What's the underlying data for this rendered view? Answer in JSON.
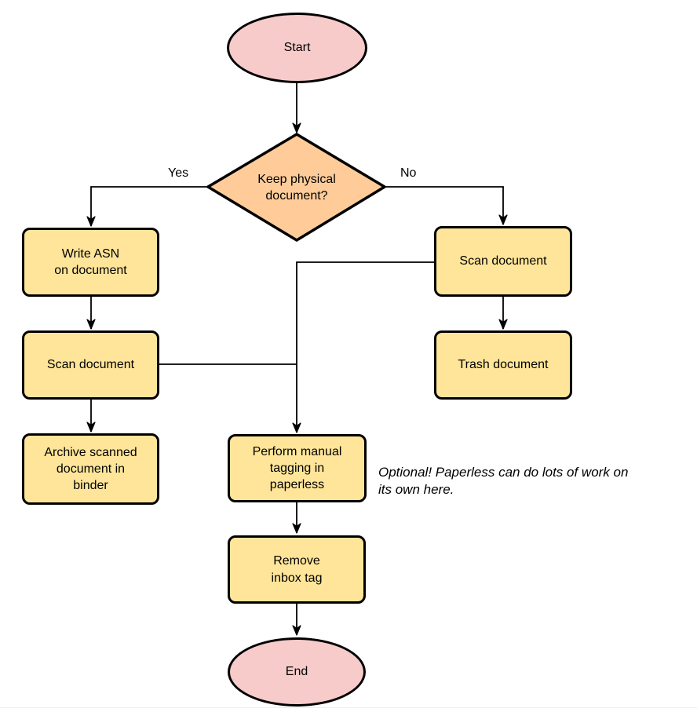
{
  "flowchart": {
    "nodes": [
      {
        "id": "start",
        "type": "terminator",
        "label": "Start"
      },
      {
        "id": "keep-physical",
        "type": "decision",
        "label": "Keep physical\ndocument?"
      },
      {
        "id": "write-asn",
        "type": "process",
        "label": "Write ASN\non document"
      },
      {
        "id": "scan-document-left",
        "type": "process",
        "label": "Scan document"
      },
      {
        "id": "archive-in-binder",
        "type": "process",
        "label": "Archive scanned\ndocument in\nbinder"
      },
      {
        "id": "scan-document-right",
        "type": "process",
        "label": "Scan document"
      },
      {
        "id": "trash-document",
        "type": "process",
        "label": "Trash document"
      },
      {
        "id": "manual-tagging",
        "type": "process",
        "label": "Perform manual\ntagging in\npaperless"
      },
      {
        "id": "remove-inbox-tag",
        "type": "process",
        "label": "Remove\ninbox tag"
      },
      {
        "id": "end",
        "type": "terminator",
        "label": "End"
      }
    ],
    "edge_labels": {
      "yes": "Yes",
      "no": "No"
    },
    "annotation": "Optional! Paperless can do lots of work on\nits own here.",
    "colors": {
      "terminator_fill": "#F8CBCB",
      "decision_fill": "#FFCC99",
      "process_fill": "#FFE599",
      "stroke": "#000000",
      "text": "#000000"
    }
  }
}
